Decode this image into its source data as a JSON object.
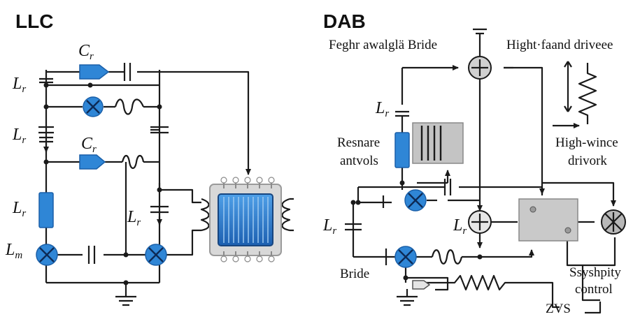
{
  "titles": {
    "llc": "LLC",
    "dab": "DAB"
  },
  "llc_labels": {
    "cr_top_main": "C",
    "cr_top_sub": "r",
    "lr1_main": "L",
    "lr1_sub": "r",
    "lr2_main": "L",
    "lr2_sub": "r",
    "cr_mid_main": "C",
    "cr_mid_sub": "r",
    "lr3_main": "L",
    "lr3_sub": "r",
    "lr4_main": "L",
    "lr4_sub": "r",
    "lm_main": "L",
    "lm_sub": "m"
  },
  "dab_labels": {
    "top_left": "Feghr awalglä Bride",
    "top_right": "Hight·faand driveee",
    "lr_top_main": "L",
    "lr_top_sub": "r",
    "resonance_1": "Resnare",
    "resonance_2": "antvols",
    "right_mid_1": "High-wince",
    "right_mid_2": "drivork",
    "lr_left_main": "L",
    "lr_left_sub": "r",
    "lr_center_main": "L",
    "lr_center_sub": "r",
    "bride": "Bride",
    "sync_1": "Ssyshpity",
    "sync_2": "control",
    "zvs": "ZVS"
  },
  "icons": [
    "ground-icon",
    "capacitor-icon",
    "inductor-icon",
    "switch-icon",
    "transformer-icon",
    "summing-junction-icon",
    "resistor-icon"
  ],
  "colors": {
    "component_blue": "#2f86d6",
    "wire": "#1a1a1a",
    "box_gray": "#c4c4c4"
  }
}
